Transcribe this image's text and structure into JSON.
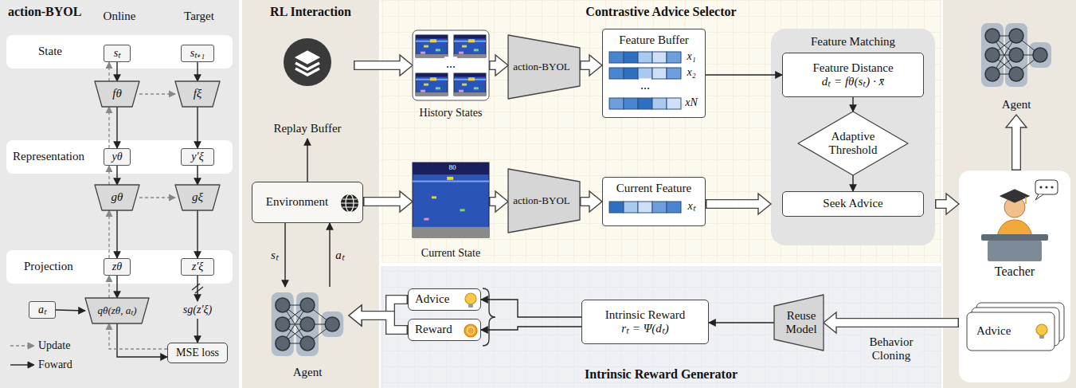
{
  "diagram": {
    "nodes": [
      {
        "text": [
          "action-BYOL"
        ]
      },
      {
        "text": [
          "State"
        ],
        "in": 0
      },
      {
        "text": [
          "sₜ"
        ],
        "in": 1
      },
      {
        "text": [
          "sₜ₊₁"
        ],
        "in": 1
      },
      {
        "text": [
          "fθ"
        ],
        "in": 0
      },
      {
        "text": [
          "fξ"
        ],
        "in": 0
      },
      {
        "text": [
          "Representation"
        ],
        "in": 0
      },
      {
        "text": [
          "yθ"
        ],
        "in": 6
      },
      {
        "text": [
          "y′ξ"
        ],
        "in": 6
      },
      {
        "text": [
          "gθ"
        ],
        "in": 0
      },
      {
        "text": [
          "gξ"
        ],
        "in": 0
      },
      {
        "text": [
          "Projection"
        ],
        "in": 0
      },
      {
        "text": [
          "zθ"
        ],
        "in": 11
      },
      {
        "text": [
          "z′ξ"
        ],
        "in": 11
      },
      {
        "text": [
          "aₜ"
        ],
        "in": 0
      },
      {
        "text": [
          "qθ(zθ, aₜ)"
        ],
        "in": 0
      },
      {
        "text": [
          "sg(z′ξ)"
        ],
        "in": 0
      },
      {
        "text": [
          "MSE loss"
        ],
        "in": 0
      },
      {
        "text": [
          "RL Interaction"
        ]
      },
      {
        "text": [
          "Replay Buffer"
        ],
        "in": 18
      },
      {
        "text": [
          "Environment"
        ],
        "in": 18
      },
      {
        "text": [
          "Agent"
        ],
        "in": 18
      },
      {
        "text": [
          "Contrastive Advice Selector"
        ]
      },
      {
        "text": [
          "History States"
        ],
        "in": 22
      },
      {
        "text": [
          "action-BYOL"
        ],
        "in": 22
      },
      {
        "text": [
          "Feature Buffer"
        ],
        "in": 22
      },
      {
        "text": [
          "Feature Matching"
        ],
        "in": 22
      },
      {
        "text": [
          "Feature Distance",
          "dₜ = fθ(sₜ) · x̄"
        ],
        "in": 26
      },
      {
        "text": [
          "Adaptive Threshold"
        ],
        "in": 26
      },
      {
        "text": [
          "Seek Advice"
        ],
        "in": 26
      },
      {
        "text": [
          "Current State"
        ],
        "in": 22
      },
      {
        "text": [
          "action-BYOL"
        ],
        "in": 22
      },
      {
        "text": [
          "Current Feature"
        ],
        "in": 22
      },
      {
        "text": [
          "Intrinsic Reward Generator"
        ]
      },
      {
        "text": [
          "Advice"
        ],
        "in": 33
      },
      {
        "text": [
          "Reward"
        ],
        "in": 33
      },
      {
        "text": [
          "Intrinsic Reward",
          "rₜ = Ψ(dₜ)"
        ],
        "in": 33
      },
      {
        "text": [
          "Reuse Model"
        ],
        "in": 33
      },
      {
        "text": [
          "Agent"
        ]
      },
      {
        "text": [
          "Teacher"
        ]
      },
      {
        "text": [
          "Advice"
        ],
        "in": 39
      }
    ],
    "edges": [
      {
        "from": 2,
        "to": 4,
        "arrow": "to"
      },
      {
        "from": 4,
        "to": 7,
        "arrow": "to"
      },
      {
        "from": 7,
        "to": 9,
        "arrow": "to"
      },
      {
        "from": 9,
        "to": 12,
        "arrow": "to"
      },
      {
        "from": 12,
        "to": 15,
        "arrow": "to"
      },
      {
        "from": 14,
        "to": 15,
        "arrow": "to"
      },
      {
        "from": 3,
        "to": 5,
        "arrow": "to"
      },
      {
        "from": 5,
        "to": 8,
        "arrow": "to"
      },
      {
        "from": 8,
        "to": 10,
        "arrow": "to"
      },
      {
        "from": 10,
        "to": 13,
        "arrow": "to"
      },
      {
        "from": 13,
        "to": 16,
        "arrow": "to"
      },
      {
        "from": 15,
        "to": 17,
        "arrow": "to"
      },
      {
        "from": 16,
        "to": 17,
        "arrow": "to"
      },
      {
        "from": 4,
        "to": 5,
        "arrow": "to"
      },
      {
        "from": 9,
        "to": 10,
        "arrow": "to"
      },
      {
        "from": 17,
        "to": 15,
        "arrow": "to"
      },
      {
        "from": 15,
        "to": 12,
        "arrow": "to"
      },
      {
        "from": 12,
        "to": 9,
        "arrow": "to"
      },
      {
        "from": 9,
        "to": 7,
        "arrow": "to"
      },
      {
        "from": 7,
        "to": 4,
        "arrow": "to"
      },
      {
        "from": 4,
        "to": 2,
        "arrow": "to"
      },
      {
        "from": 20,
        "to": 19,
        "arrow": "to"
      },
      {
        "from": 19,
        "to": 23,
        "arrow": "to"
      },
      {
        "from": 20,
        "to": 30,
        "arrow": "to"
      },
      {
        "from": 23,
        "to": 24,
        "arrow": "to"
      },
      {
        "from": 24,
        "to": 25,
        "arrow": "to"
      },
      {
        "from": 30,
        "to": 31,
        "arrow": "to"
      },
      {
        "from": 31,
        "to": 32,
        "arrow": "to"
      },
      {
        "from": 25,
        "to": 27,
        "arrow": "to"
      },
      {
        "from": 32,
        "to": 26,
        "arrow": "to"
      },
      {
        "from": 27,
        "to": 28,
        "arrow": "to"
      },
      {
        "from": 28,
        "to": 29,
        "arrow": "to"
      },
      {
        "from": 26,
        "to": 39,
        "arrow": "to"
      },
      {
        "from": 39,
        "to": 38,
        "arrow": "to"
      },
      {
        "from": 39,
        "to": 37,
        "label": "Behavior Cloning",
        "arrow": "to"
      },
      {
        "from": 37,
        "to": 36,
        "arrow": "to"
      },
      {
        "from": 36,
        "to": 34,
        "arrow": "to"
      },
      {
        "from": 36,
        "to": 35,
        "arrow": "to"
      },
      {
        "from": 34,
        "to": 21,
        "arrow": "to"
      },
      {
        "from": 35,
        "to": 21,
        "arrow": "to"
      },
      {
        "from": 20,
        "to": 21,
        "label": "sₜ",
        "arrow": "to"
      },
      {
        "from": 21,
        "to": 20,
        "label": "aₜ",
        "arrow": "to"
      }
    ],
    "labels": [
      "Online",
      "Target",
      "...",
      "80",
      "x₁",
      "x₂",
      "...",
      "xN",
      "xₜ"
    ],
    "legend": [
      {
        "text": "Update"
      },
      {
        "text": "Foward"
      }
    ]
  }
}
